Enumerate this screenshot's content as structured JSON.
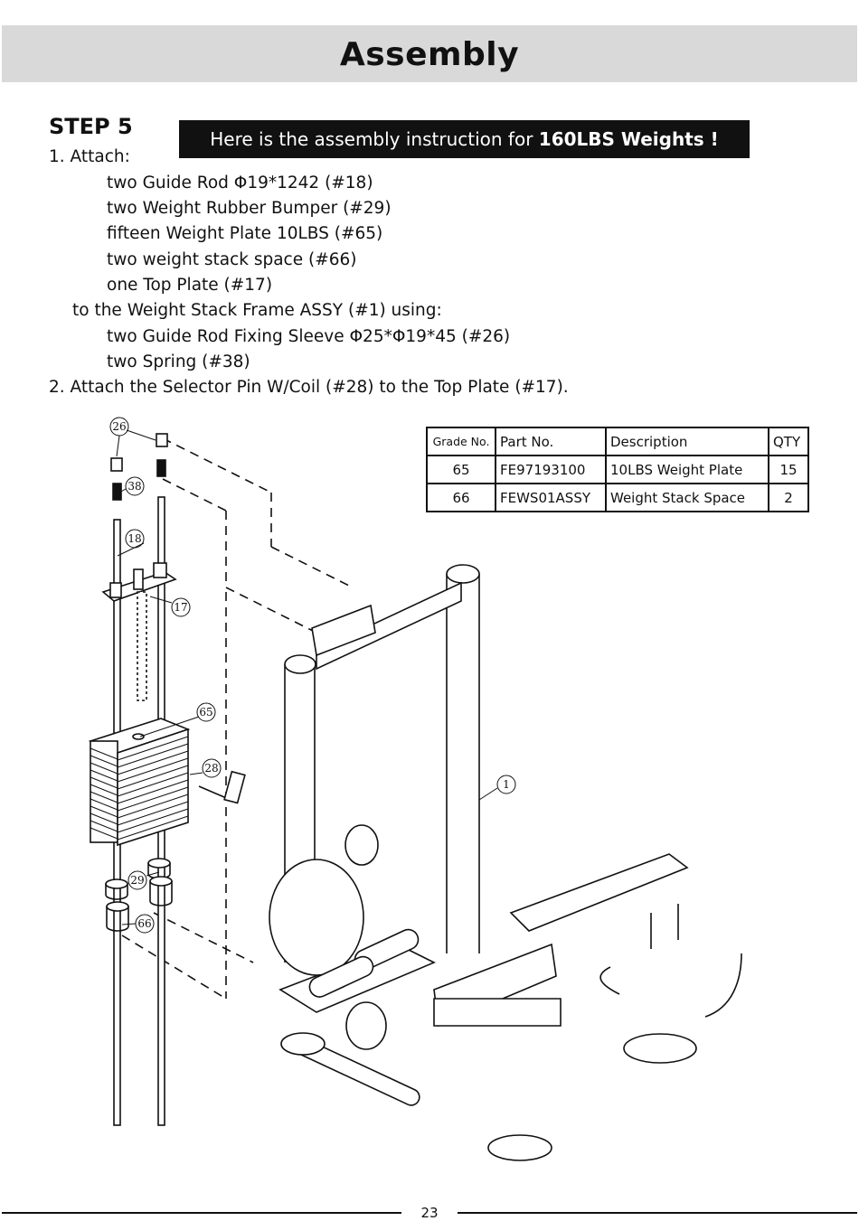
{
  "header": {
    "title": "Assembly"
  },
  "step": {
    "title": "STEP 5",
    "banner_prefix": "Here is the assembly instruction for ",
    "banner_bold": "160LBS Weights !"
  },
  "instructions": {
    "attach_heading": "1. Attach:",
    "parts_list": [
      "two Guide Rod Φ19*1242 (#18)",
      "two Weight Rubber Bumper (#29)",
      "fifteen Weight Plate 10LBS (#65)",
      "two weight stack space (#66)",
      "one Top Plate (#17)"
    ],
    "frame_line": "to the Weight Stack Frame ASSY (#1) using:",
    "hardware_list": [
      "two Guide Rod Fixing Sleeve Φ25*Φ19*45 (#26)",
      "two Spring (#38)"
    ],
    "step2": "2. Attach the Selector Pin W/Coil (#28) to the Top Plate (#17)."
  },
  "parts_table": {
    "headers": [
      "Grade No.",
      "Part No.",
      "Description",
      "QTY"
    ],
    "rows": [
      [
        "65",
        "FE97193100",
        "10LBS Weight Plate",
        "15"
      ],
      [
        "66",
        "FEWS01ASSY",
        "Weight Stack Space",
        "2"
      ]
    ]
  },
  "diagram_labels": {
    "p26": "26",
    "p38": "38",
    "p18": "18",
    "p17": "17",
    "p65": "65",
    "p28": "28",
    "p29": "29",
    "p66": "66",
    "p1": "1"
  },
  "footer": {
    "page_number": "23"
  }
}
